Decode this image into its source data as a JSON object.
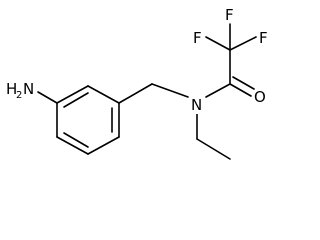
{
  "molecule": {
    "labels": {
      "amine_h": "H",
      "amine_sub": "2",
      "amine_n": "N",
      "amide_n": "N",
      "carbonyl_o": "O",
      "f_top_left": "F",
      "f_top_right": "F",
      "f_right": "F"
    },
    "colors": {
      "bond": "#000000",
      "text": "#000000",
      "background": "#ffffff"
    }
  }
}
